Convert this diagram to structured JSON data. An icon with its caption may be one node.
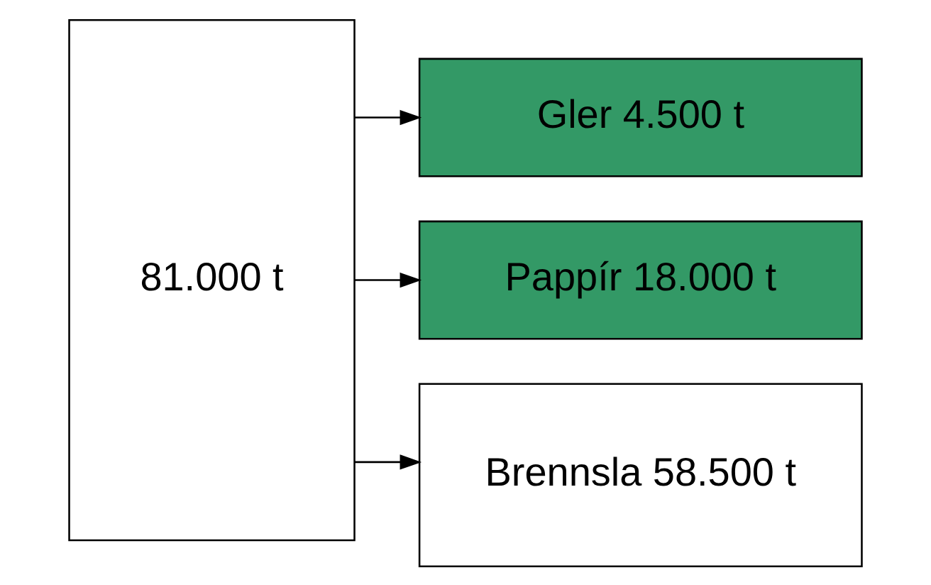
{
  "diagram": {
    "nodes": [
      {
        "text": [
          "81.000 t"
        ]
      },
      {
        "text": [
          "Gler 4.500 t"
        ]
      },
      {
        "text": [
          "Pappír 18.000 t"
        ]
      },
      {
        "text": [
          "Brennsla 58.500 t"
        ]
      }
    ],
    "edges": [
      {
        "from": 0,
        "to": 1,
        "arrow": "to"
      },
      {
        "from": 0,
        "to": 2,
        "arrow": "to"
      },
      {
        "from": 0,
        "to": 3,
        "arrow": "to"
      }
    ]
  }
}
